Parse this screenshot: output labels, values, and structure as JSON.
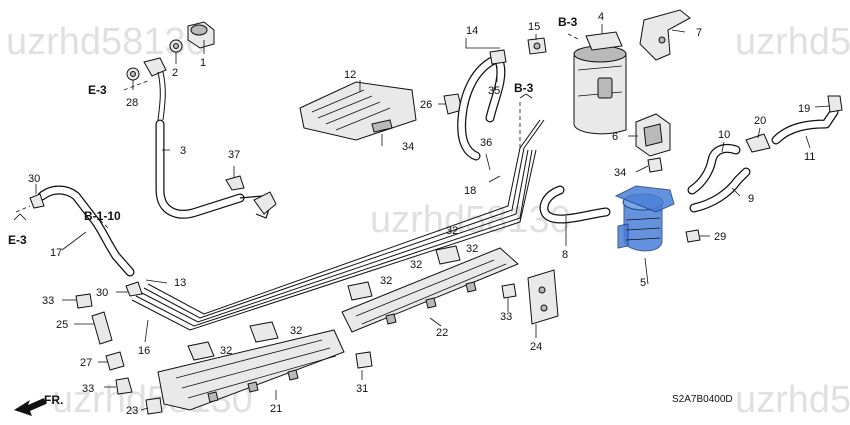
{
  "watermark": "uzrhd58130",
  "diagram_code": "S2A7B0400D",
  "direction_label": "FR.",
  "highlight_color": "#4a7fd6",
  "references": [
    "E-3",
    "E-3",
    "B-1-10",
    "B-3",
    "B-3"
  ],
  "part_numbers": [
    "1",
    "2",
    "3",
    "4",
    "5",
    "6",
    "7",
    "8",
    "9",
    "10",
    "11",
    "12",
    "13",
    "14",
    "15",
    "16",
    "17",
    "18",
    "19",
    "20",
    "21",
    "22",
    "23",
    "24",
    "25",
    "26",
    "27",
    "28",
    "29",
    "30",
    "30",
    "31",
    "32",
    "32",
    "32",
    "32",
    "32",
    "32",
    "33",
    "33",
    "33",
    "34",
    "34",
    "35",
    "36",
    "37"
  ]
}
